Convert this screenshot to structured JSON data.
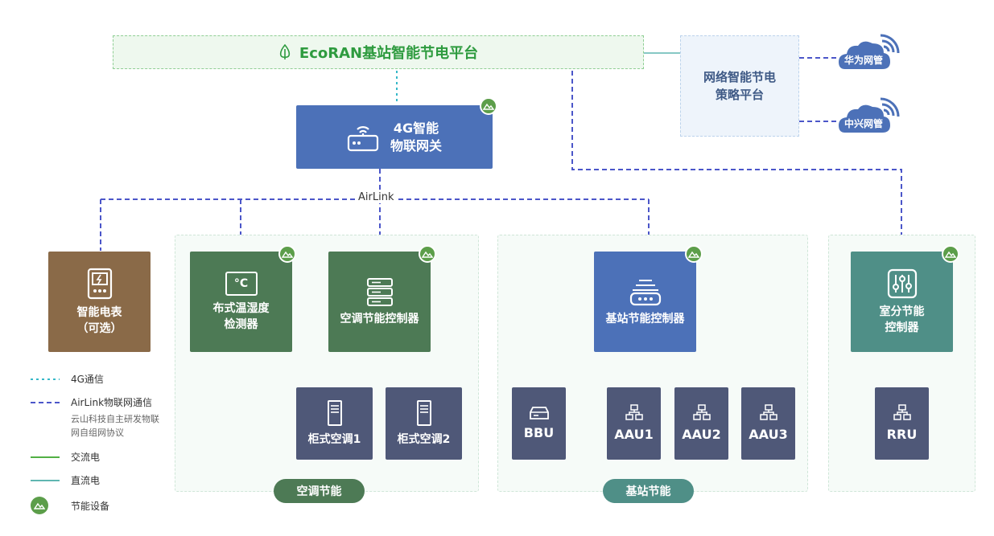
{
  "platform": {
    "title": "EcoRAN基站智能节电平台"
  },
  "strategy": {
    "line1": "网络智能节电",
    "line2": "策略平台"
  },
  "clouds": [
    {
      "label": "华为网管"
    },
    {
      "label": "中兴网管"
    }
  ],
  "gateway": {
    "line1": "4G智能",
    "line2": "物联网关"
  },
  "airlink_label": "AirLink",
  "meter": {
    "line1": "智能电表",
    "line2": "（可选）"
  },
  "sensor": {
    "line1": "布式温湿度",
    "line2": "检测器",
    "icon_text": "°C"
  },
  "ac_controller": {
    "label": "空调节能控制器"
  },
  "ac_units": [
    {
      "label": "柜式空调1"
    },
    {
      "label": "柜式空调2"
    }
  ],
  "bs_controller": {
    "label": "基站节能控制器"
  },
  "bs_units": [
    {
      "label": "BBU"
    },
    {
      "label": "AAU1"
    },
    {
      "label": "AAU2"
    },
    {
      "label": "AAU3"
    }
  ],
  "indoor_controller": {
    "line1": "室分节能",
    "line2": "控制器"
  },
  "rru": {
    "label": "RRU"
  },
  "zones": {
    "ac": "空调节能",
    "bs": "基站节能"
  },
  "legend": {
    "g4": "4G通信",
    "airlink": "AirLink物联网通信",
    "airlink_desc1": "云山科技自主研发物联",
    "airlink_desc2": "网自组网协议",
    "ac_power": "交流电",
    "dc_power": "直流电",
    "device": "节能设备"
  },
  "colors": {
    "green_line": "#52b044",
    "teal_line": "#5fb6b1",
    "dash_blue": "#4b56c9",
    "dash_teal": "#36b8c8",
    "brown": "#8a6a48",
    "dark_green": "#4d7a55",
    "blue": "#4c71b8",
    "teal": "#4f8f87",
    "slate": "#4f5878"
  }
}
